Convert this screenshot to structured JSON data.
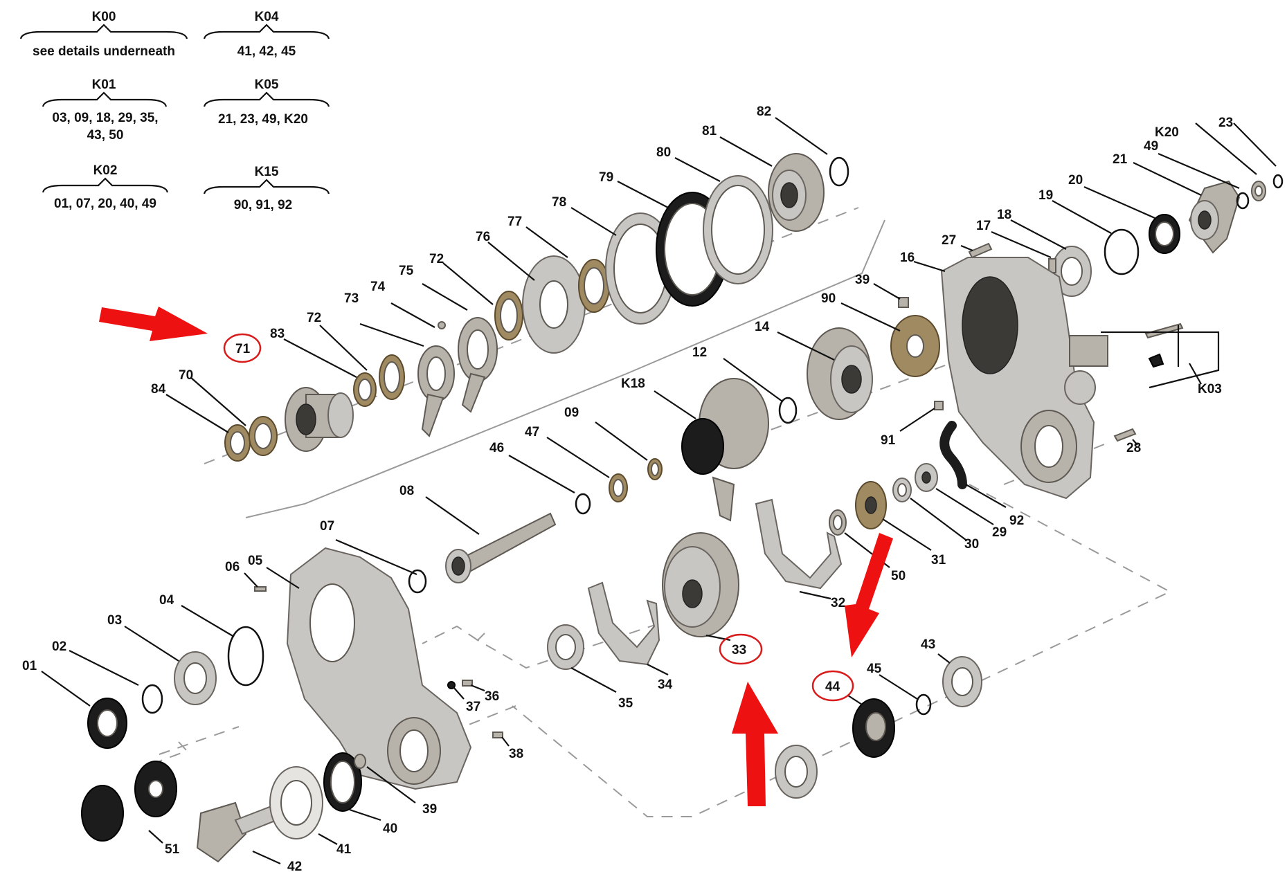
{
  "kit_groups": [
    {
      "code": "K00",
      "parts": "see details underneath"
    },
    {
      "code": "K01",
      "parts": "03, 09, 18, 29, 35,",
      "parts2": "43, 50"
    },
    {
      "code": "K02",
      "parts": "01, 07, 20, 40, 49"
    },
    {
      "code": "K04",
      "parts": "41, 42, 45"
    },
    {
      "code": "K05",
      "parts": "21, 23, 49, K20"
    },
    {
      "code": "K15",
      "parts": "90, 91, 92"
    }
  ],
  "part_labels": [
    "82",
    "81",
    "80",
    "79",
    "78",
    "77",
    "76",
    "75",
    "74",
    "73",
    "72a",
    "72b",
    "71",
    "83",
    "70",
    "84",
    "23",
    "K20",
    "49",
    "21",
    "20",
    "19",
    "18",
    "17",
    "27",
    "16",
    "39a",
    "90",
    "14",
    "12",
    "K18",
    "09",
    "47",
    "46",
    "08",
    "91",
    "92",
    "28",
    "K03",
    "29",
    "30",
    "31",
    "50",
    "32",
    "33",
    "34",
    "35",
    "36",
    "37",
    "38",
    "07",
    "06",
    "05",
    "04",
    "03",
    "02",
    "01",
    "39b",
    "40",
    "41",
    "42",
    "51",
    "43",
    "45",
    "44"
  ],
  "label_text": {
    "82": "82",
    "81": "81",
    "80": "80",
    "79": "79",
    "78": "78",
    "77": "77",
    "76": "76",
    "75": "75",
    "74": "74",
    "73": "73",
    "72a": "72",
    "72b": "72",
    "71": "71",
    "83": "83",
    "70": "70",
    "84": "84",
    "23": "23",
    "K20": "K20",
    "49": "49",
    "21": "21",
    "20": "20",
    "19": "19",
    "18": "18",
    "17": "17",
    "27": "27",
    "16": "16",
    "39a": "39",
    "90": "90",
    "14": "14",
    "12": "12",
    "K18": "K18",
    "09": "09",
    "47": "47",
    "46": "46",
    "08": "08",
    "91": "91",
    "92": "92",
    "28": "28",
    "K03": "K03",
    "29": "29",
    "30": "30",
    "31": "31",
    "50": "50",
    "32": "32",
    "33": "33",
    "34": "34",
    "35": "35",
    "36": "36",
    "37": "37",
    "38": "38",
    "07": "07",
    "06": "06",
    "05": "05",
    "04": "04",
    "03": "03",
    "02": "02",
    "01": "01",
    "39b": "39",
    "40": "40",
    "41": "41",
    "42": "42",
    "51": "51",
    "43": "43",
    "45": "45",
    "44": "44"
  },
  "highlighted_parts": [
    "71",
    "33",
    "44"
  ],
  "colors": {
    "highlight_circle": "#d81b1b",
    "arrow": "#ee1111",
    "leader_line": "#111111",
    "dashed_guide": "#9a9a9a"
  }
}
